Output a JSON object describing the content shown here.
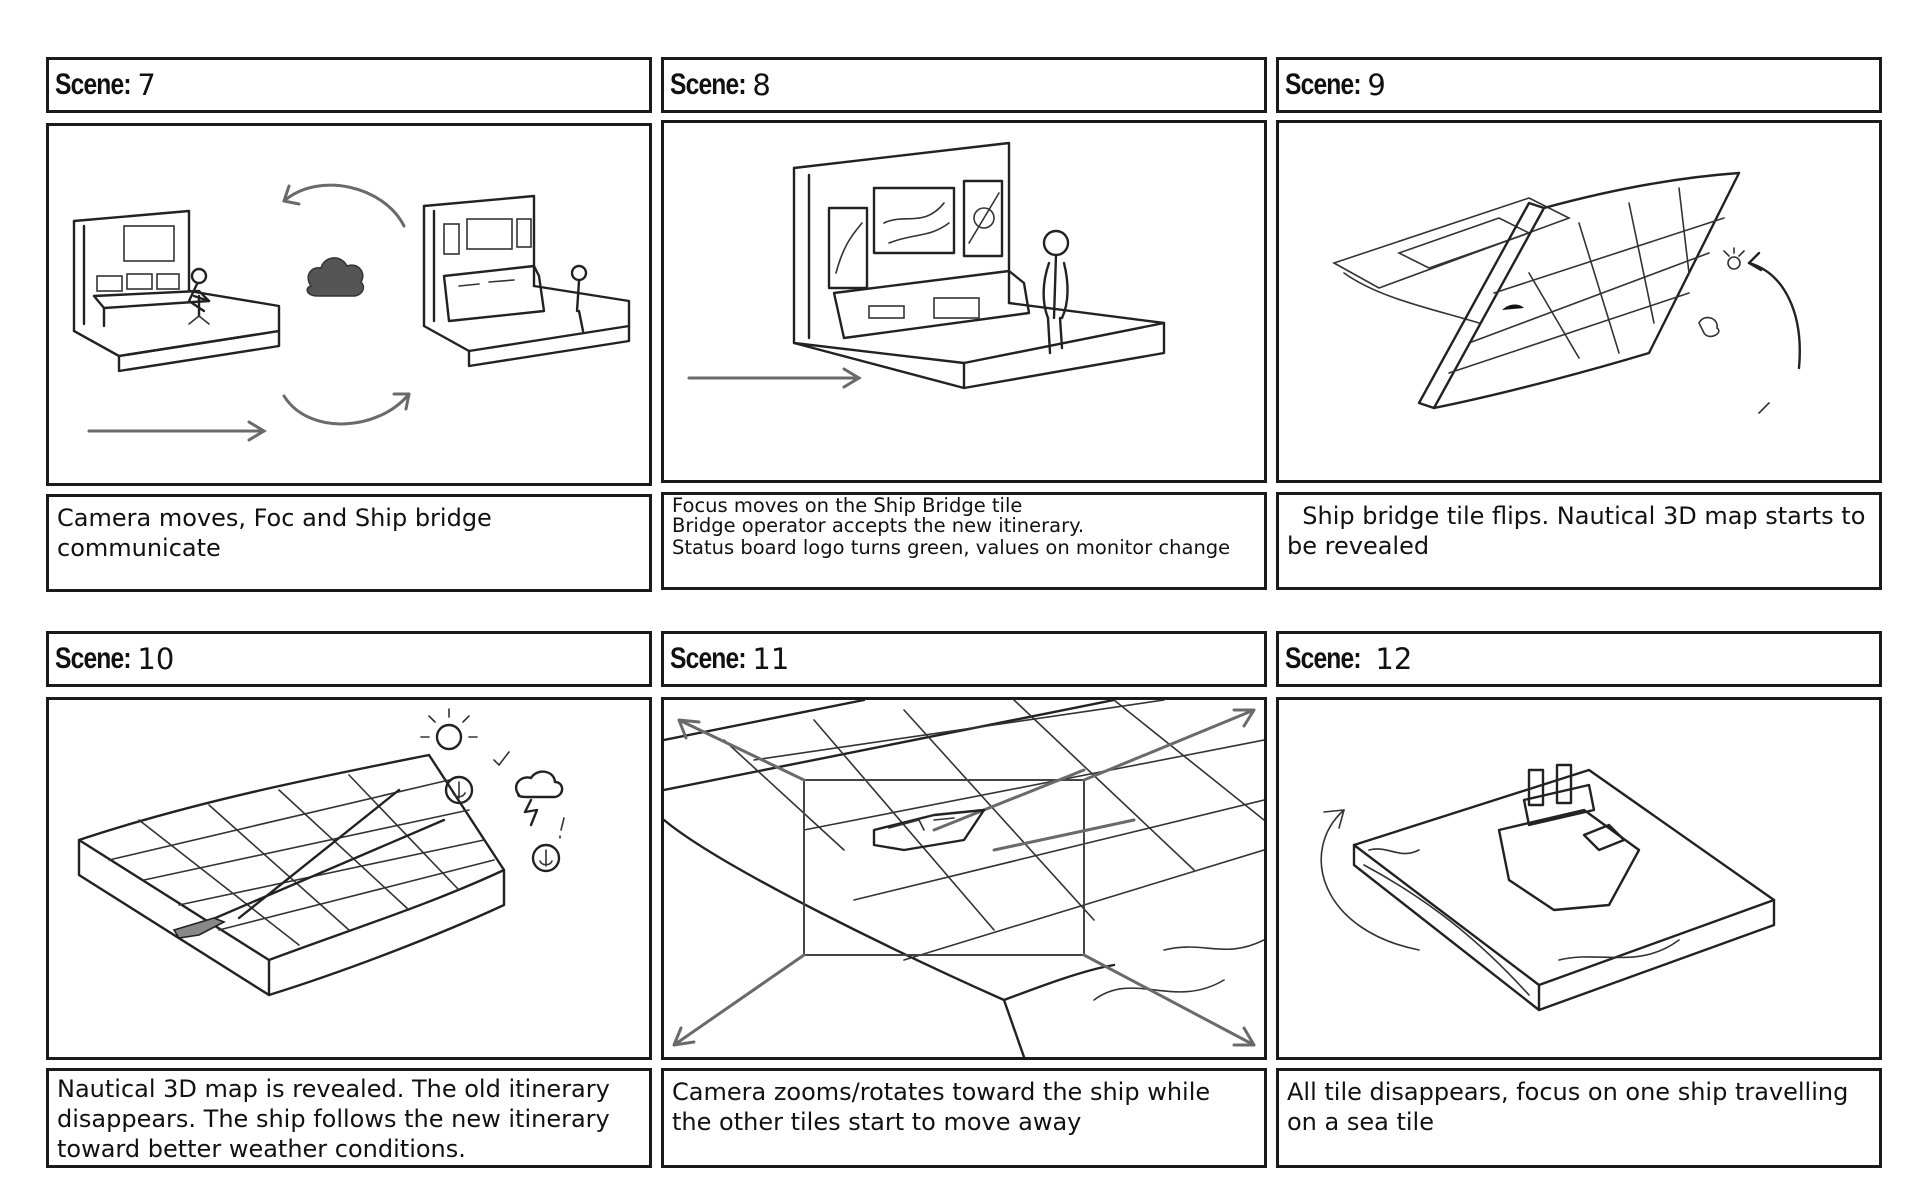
{
  "scene_label": "Scene:",
  "scenes": [
    {
      "number": "7",
      "caption_lines": [
        "Camera moves, Foc and Ship bridge communicate"
      ]
    },
    {
      "number": "8",
      "caption_lines": [
        "Focus moves on the Ship Bridge tile",
        "Bridge operator accepts the new itinerary.",
        "Status board logo turns green, values on monitor change"
      ]
    },
    {
      "number": "9",
      "caption_lines": [
        "  Ship bridge tile flips. Nautical 3D map starts to be revealed"
      ]
    },
    {
      "number": "10",
      "caption_lines": [
        "Nautical 3D map is revealed. The old itinerary disappears. The ship follows the new itinerary toward better weather conditions."
      ]
    },
    {
      "number": "11",
      "caption_lines": [
        "Camera zooms/rotates toward the ship while the other tiles start to move away"
      ]
    },
    {
      "number": "12",
      "caption_lines": [
        "All tile disappears, focus on one ship travelling on a sea tile"
      ]
    }
  ],
  "icons": {
    "scene7": [
      "desk-room-icon",
      "cloud-icon",
      "bridge-room-icon",
      "arrow-right-icon",
      "cycle-arrow-icon"
    ],
    "scene10": [
      "sun-icon",
      "anchor-icon",
      "storm-cloud-icon",
      "ship-icon"
    ],
    "scene12": [
      "ship-icon",
      "rotate-arrow-icon"
    ]
  }
}
